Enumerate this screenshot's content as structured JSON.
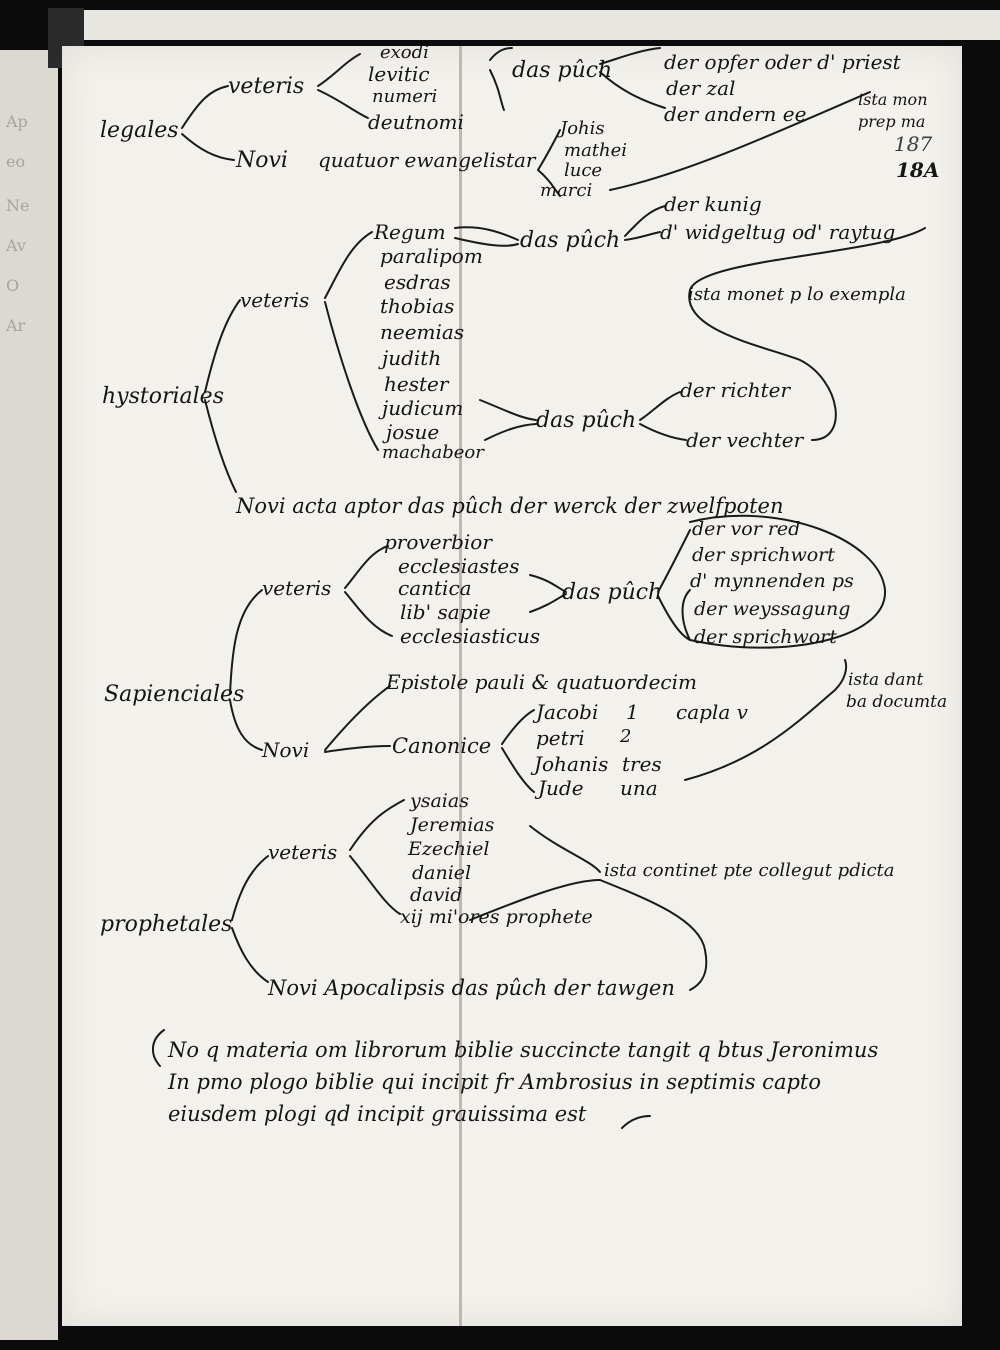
{
  "corner_marks": [
    "187",
    "18A"
  ],
  "margin_marks": [
    "Ap",
    "eo",
    "Ne",
    "Av",
    "O",
    "Ar"
  ],
  "legales": {
    "label": "legales",
    "veteris": "veteris",
    "vet_books": [
      "levitic",
      "numeri",
      "deutnomi"
    ],
    "vet_book_top": "exodi",
    "das_puch": "das pûch",
    "glosses": [
      "der opfer oder d' priest",
      "der zal",
      "der andern ee"
    ],
    "side_note": [
      "ista mon",
      "prep ma"
    ],
    "novi": "Novi",
    "evangelists_label": "quatuor ewangelistar",
    "evangelists": [
      "Johis",
      "mathei",
      "luce",
      "marci"
    ]
  },
  "historiales": {
    "label": "hystoriales",
    "veteris": "veteris",
    "books": [
      "Regum",
      "paralipom",
      "esdras",
      "thobias",
      "neemias",
      "judith",
      "hester",
      "judicum",
      "josue",
      "machabeor"
    ],
    "das_puch_1": "das pûch",
    "gloss_1": [
      "der kunig",
      "d' widgeltug od' raytug"
    ],
    "side_note": "ista monet p lo exempla",
    "das_puch_2": "das pûch",
    "gloss_2": [
      "der richter",
      "der vechter"
    ],
    "novi_line": "Novi acta aptor das pûch der werck der zwelfpoten"
  },
  "sapienciales": {
    "label": "Sapienciales",
    "veteris": "veteris",
    "books": [
      "proverbior",
      "ecclesiastes",
      "cantica",
      "lib' sapie",
      "ecclesiasticus"
    ],
    "das_puch": "das pûch",
    "glosses": [
      "der vor red",
      "der sprichwort",
      "d' mynnenden ps",
      "der weyssagung",
      "der sprichwort"
    ],
    "novi": "Novi",
    "epistole": "Epistole pauli & quatuordecim",
    "canonice": "Canonice",
    "canonical": [
      "Jacobi",
      "petri",
      "Johanis",
      "Jude"
    ],
    "counts": [
      "1",
      "2",
      "tres",
      "una"
    ],
    "capla": "capla v",
    "side_note": [
      "ista dant",
      "ba documta"
    ]
  },
  "prophetales": {
    "label": "prophetales",
    "veteris": "veteris",
    "books": [
      "ysaias",
      "Jeremias",
      "Ezechiel",
      "daniel",
      "david",
      "xij mi'ores prophete"
    ],
    "side_note": "ista continet pte collegut pdicta",
    "novi_line": "Novi Apocalipsis das pûch der tawgen"
  },
  "note_lines": [
    "No q materia om librorum biblie succincte tangit q btus Jeronimus",
    "In pmo plogo biblie qui incipit fr Ambrosius in septimis capto",
    "eiusdem plogi qd incipit grauissima est"
  ]
}
